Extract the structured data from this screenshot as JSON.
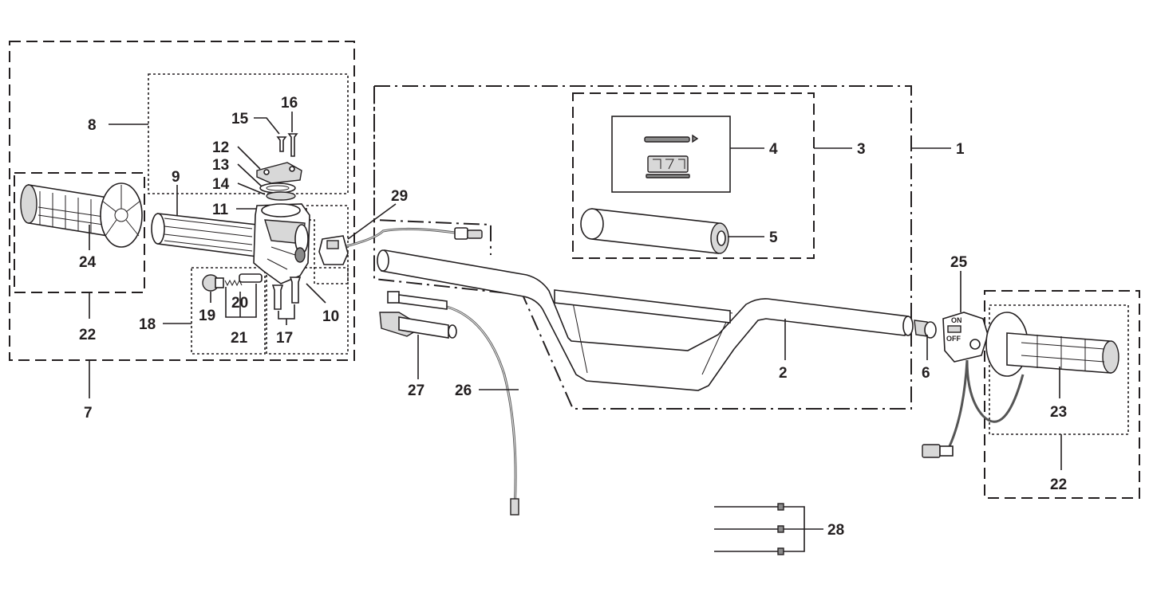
{
  "callouts": {
    "c1": "1",
    "c2": "2",
    "c3": "3",
    "c4": "4",
    "c5": "5",
    "c6": "6",
    "c7": "7",
    "c8": "8",
    "c9": "9",
    "c10": "10",
    "c11": "11",
    "c12": "12",
    "c13": "13",
    "c14": "14",
    "c15": "15",
    "c16": "16",
    "c17": "17",
    "c18": "18",
    "c19": "19",
    "c20": "20",
    "c21": "21",
    "c22a": "22",
    "c22b": "22",
    "c23": "23",
    "c24": "24",
    "c25": "25",
    "c26": "26",
    "c27": "27",
    "c28": "28",
    "c29": "29"
  },
  "switch": {
    "on_label": "ON",
    "off_label": "OFF"
  },
  "colors": {
    "ink": "#231f20",
    "part_fill": "#ffffff",
    "shade": "#d8d8d8"
  }
}
